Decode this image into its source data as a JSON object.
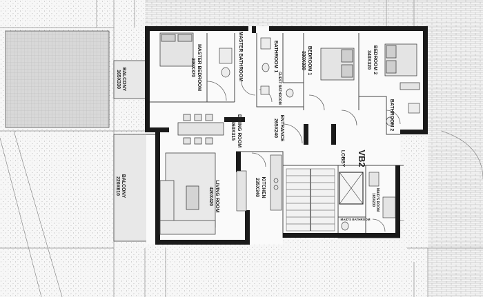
{
  "rooms": {
    "master_bedroom": {
      "name": "MASTER BEDROOM",
      "size": "300X370"
    },
    "master_bathroom": {
      "name": "MASTER BATHROOM"
    },
    "bathroom_1": {
      "name": "BATHROOM 1"
    },
    "guest_bathroom": {
      "name": "GUEST BATHROOM"
    },
    "bedroom_1": {
      "name": "BEDROOM 1",
      "size": "330X330"
    },
    "bedroom_2": {
      "name": "BEDROOM 2",
      "size": "340X320"
    },
    "bathroom_2": {
      "name": "BATHROOM 2"
    },
    "dining_room": {
      "name": "DINING ROOM",
      "size": "360X315"
    },
    "entrance": {
      "name": "ENTRANCE",
      "size": "265X240"
    },
    "lobby": {
      "name": "LOBBY"
    },
    "kitchen": {
      "name": "KITCHEN",
      "size": "235X340"
    },
    "living_room": {
      "name": "LIVING ROOM",
      "size": "420X420"
    },
    "balcony_upper": {
      "name": "BALCONY",
      "size": "165X330"
    },
    "balcony_lower": {
      "name": "BALCONY",
      "size": "220X610"
    },
    "maids_room": {
      "name": "MAID'S ROOM",
      "size": "165X230"
    },
    "maids_bathroom": {
      "name": "MAID'S BATHROOM"
    }
  },
  "unit_code": "VB2",
  "colors": {
    "wall": "#1a1a1a",
    "line": "#555555",
    "ground": "#f4f4f4",
    "terrace": "#cfcfcf",
    "stair": "#777777"
  }
}
